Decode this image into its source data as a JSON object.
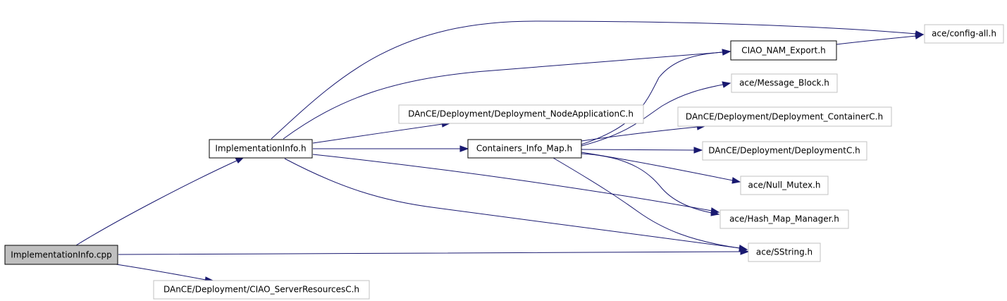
{
  "diagram": {
    "nodes": {
      "impl_cpp": "ImplementationInfo.cpp",
      "impl_h": "ImplementationInfo.h",
      "ciao_server_res": "DAnCE/Deployment/CIAO_ServerResourcesC.h",
      "node_app": "DAnCE/Deployment/Deployment_NodeApplicationC.h",
      "containers_map": "Containers_Info_Map.h",
      "ciao_nam_export": "CIAO_NAM_Export.h",
      "config_all": "ace/config-all.h",
      "message_block": "ace/Message_Block.h",
      "container_c": "DAnCE/Deployment/Deployment_ContainerC.h",
      "deployment_c": "DAnCE/Deployment/DeploymentC.h",
      "null_mutex": "ace/Null_Mutex.h",
      "hash_map_mgr": "ace/Hash_Map_Manager.h",
      "sstring": "ace/SString.h"
    },
    "edges": [
      {
        "from": "impl_cpp",
        "to": "impl_h"
      },
      {
        "from": "impl_cpp",
        "to": "sstring"
      },
      {
        "from": "impl_cpp",
        "to": "ciao_server_res"
      },
      {
        "from": "impl_h",
        "to": "config_all"
      },
      {
        "from": "impl_h",
        "to": "ciao_nam_export"
      },
      {
        "from": "impl_h",
        "to": "node_app"
      },
      {
        "from": "impl_h",
        "to": "containers_map"
      },
      {
        "from": "impl_h",
        "to": "hash_map_mgr"
      },
      {
        "from": "impl_h",
        "to": "sstring"
      },
      {
        "from": "containers_map",
        "to": "ciao_nam_export"
      },
      {
        "from": "containers_map",
        "to": "message_block"
      },
      {
        "from": "containers_map",
        "to": "container_c"
      },
      {
        "from": "containers_map",
        "to": "deployment_c"
      },
      {
        "from": "containers_map",
        "to": "null_mutex"
      },
      {
        "from": "containers_map",
        "to": "hash_map_mgr"
      },
      {
        "from": "containers_map",
        "to": "sstring"
      },
      {
        "from": "ciao_nam_export",
        "to": "config_all"
      }
    ]
  }
}
